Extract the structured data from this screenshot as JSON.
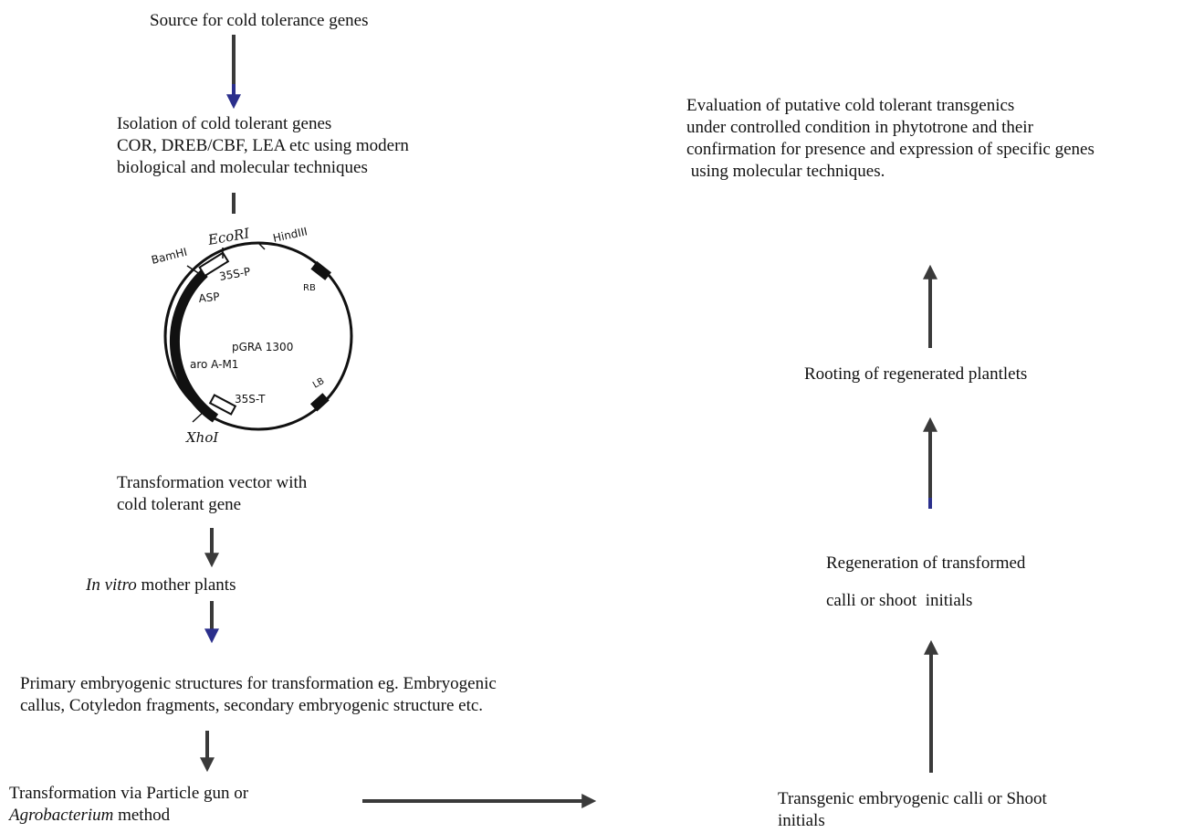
{
  "left_column": {
    "source": "Source for cold tolerance genes",
    "isolation": [
      "Isolation of cold tolerant genes",
      "COR, DREB/CBF, LEA etc using modern",
      "biological and molecular techniques"
    ],
    "vector": [
      "Transformation vector with",
      "cold tolerant gene"
    ],
    "mother_plants_italic": "In vitro",
    "mother_plants_rest": " mother plants",
    "primary": [
      "Primary embryogenic structures for transformation eg. Embryogenic",
      "callus, Cotyledon fragments, secondary embryogenic structure etc."
    ],
    "transformation_line1": "Transformation via Particle gun or",
    "transformation_italic": "Agrobacterium",
    "transformation_rest": " method"
  },
  "right_column": {
    "evaluation": [
      "Evaluation of putative cold tolerant transgenics",
      "under controlled condition in phytotrone and their",
      "confirmation for presence and expression of specific genes",
      " using molecular techniques."
    ],
    "rooting": "Rooting of regenerated plantlets",
    "regeneration_line1": "Regeneration of transformed",
    "regeneration_line2": "calli or shoot  initials",
    "transgenic": [
      "Transgenic embryogenic calli or Shoot",
      "initials"
    ]
  },
  "plasmid": {
    "name": "pGRA 1300",
    "labels": {
      "bamhi": "BamHI",
      "ecori": "EcoRI",
      "hindiii": "HindIII",
      "p35s": "35S-P",
      "asp": "ASP",
      "aroa": "aro A-M1",
      "t35s": "35S-T",
      "rb": "RB",
      "lb": "LB",
      "xhoi": "XhoI"
    }
  },
  "colors": {
    "arrow": "#3a3a3a",
    "accent_blue": "#2b2f8c",
    "text": "#111111"
  }
}
